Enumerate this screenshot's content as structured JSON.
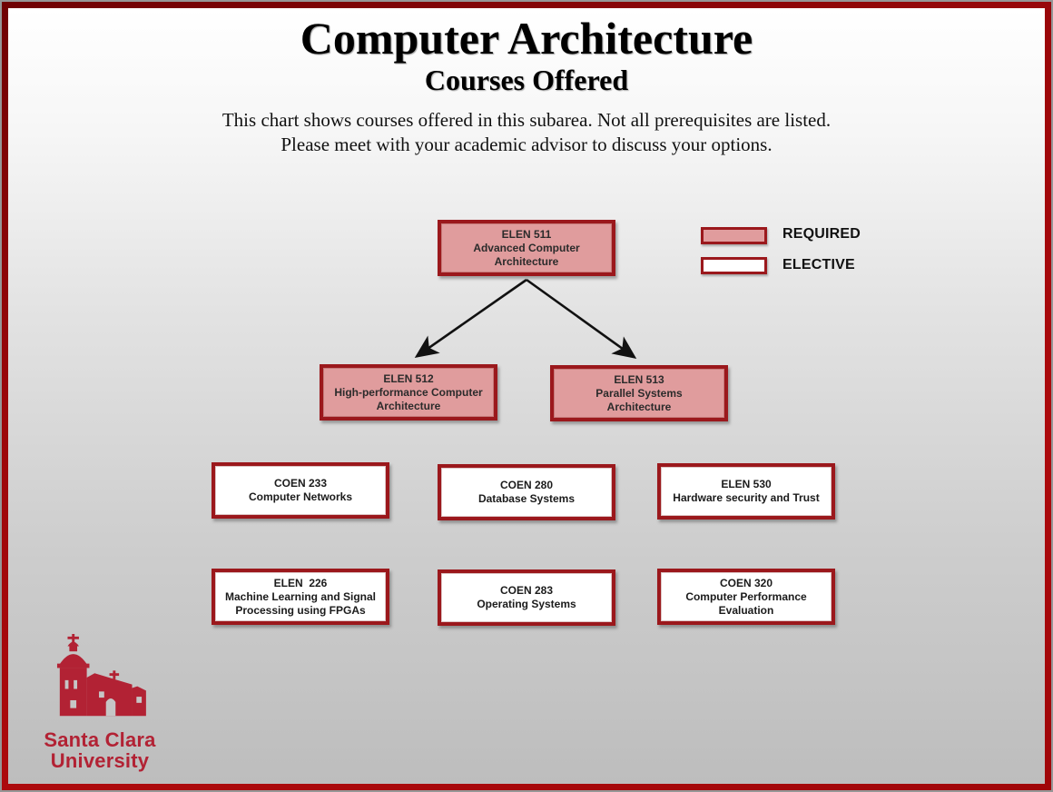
{
  "header": {
    "title": "Computer Architecture",
    "subtitle": "Courses Offered",
    "description": [
      "This chart shows courses offered in this subarea. Not all prerequisites are listed.",
      "Please meet with your academic advisor to discuss your options."
    ]
  },
  "legend": {
    "required_label": "REQUIRED",
    "elective_label": "ELECTIVE"
  },
  "courses": [
    {
      "code": "ELEN 511",
      "title": "Advanced Computer\nArchitecture",
      "type": "required"
    },
    {
      "code": "ELEN 512",
      "title": "High-performance Computer\nArchitecture",
      "type": "required"
    },
    {
      "code": "ELEN 513",
      "title": "Parallel Systems\nArchitecture",
      "type": "required"
    },
    {
      "code": "COEN 233",
      "title": "Computer Networks",
      "type": "elective"
    },
    {
      "code": "COEN 280",
      "title": "Database Systems",
      "type": "elective"
    },
    {
      "code": "ELEN 530",
      "title": "Hardware security and Trust",
      "type": "elective"
    },
    {
      "code": "ELEN  226",
      "title": "Machine Learning and Signal\nProcessing using FPGAs",
      "type": "elective"
    },
    {
      "code": "COEN 283",
      "title": "Operating Systems",
      "type": "elective"
    },
    {
      "code": "COEN 320",
      "title": "Computer Performance\nEvaluation",
      "type": "elective"
    }
  ],
  "logo": {
    "name_line1": "Santa Clara",
    "name_line2": "University"
  },
  "colors": {
    "required_fill": "#E09C9D",
    "elective_fill": "#FFFFFF",
    "box_border": "#9B181C",
    "frame_red": "#A30A0D",
    "frame_gray": "#969696",
    "background_top": "#FFFFFF",
    "background_bottom": "#BDBDBD",
    "arrow": "#111111",
    "logo_red": "#B22234"
  }
}
